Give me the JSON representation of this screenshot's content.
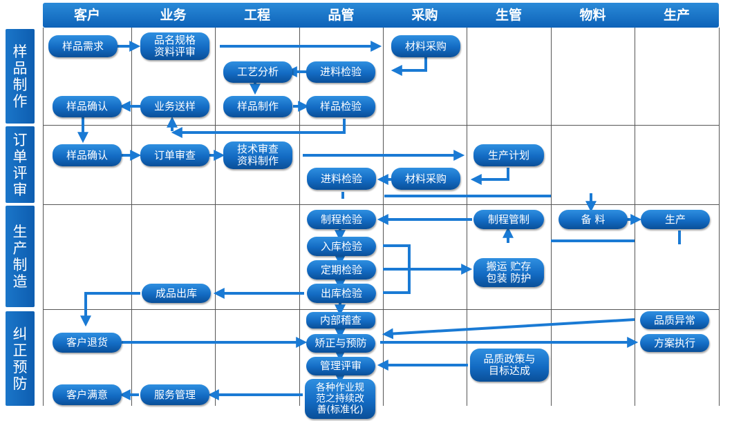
{
  "columns": [
    "客户",
    "业务",
    "工程",
    "品管",
    "采购",
    "生管",
    "物料",
    "生产"
  ],
  "lanes": [
    "样品制作",
    "订单评审",
    "生产制造",
    "纠正预防"
  ],
  "nodes": {
    "sample_demand": "样品需求",
    "spec_review": "品名规格\n资料评审",
    "material_purchase_1": "材料采购",
    "process_analysis": "工艺分析",
    "incoming_inspection_1": "进料检验",
    "sample_confirm_1": "样品确认",
    "business_sample": "业务送样",
    "sample_making": "样品制作",
    "sample_inspection": "样品检验",
    "sample_confirm_2": "样品确认",
    "order_review": "订单审查",
    "tech_review": "技术审查\n资料制作",
    "production_plan": "生产计划",
    "incoming_inspection_2": "进料检验",
    "material_purchase_2": "材料采购",
    "process_inspection": "制程检验",
    "process_control": "制程管制",
    "material_prep": "备  料",
    "production": "生产",
    "warehouse_inspection": "入库检验",
    "periodic_inspection": "定期检验",
    "handling_storage": "搬运 贮存\n包装 防护",
    "finished_goods_out": "成品出库",
    "outgoing_inspection": "出库检验",
    "internal_audit": "内部稽查",
    "quality_abnormal": "品质异常",
    "customer_return": "客户退货",
    "corrective_preventive": "矫正与预防",
    "plan_execution": "方案执行",
    "management_review": "管理评审",
    "quality_policy": "品质政策与\n目标达成",
    "customer_satisfaction": "客户满意",
    "service_management": "服务管理",
    "continuous_improvement": "各种作业规\n范之持续改\n善(标准化)"
  },
  "colors": {
    "accent": "#1670c8",
    "arrow": "#1a7ad4",
    "grid": "#555555"
  }
}
